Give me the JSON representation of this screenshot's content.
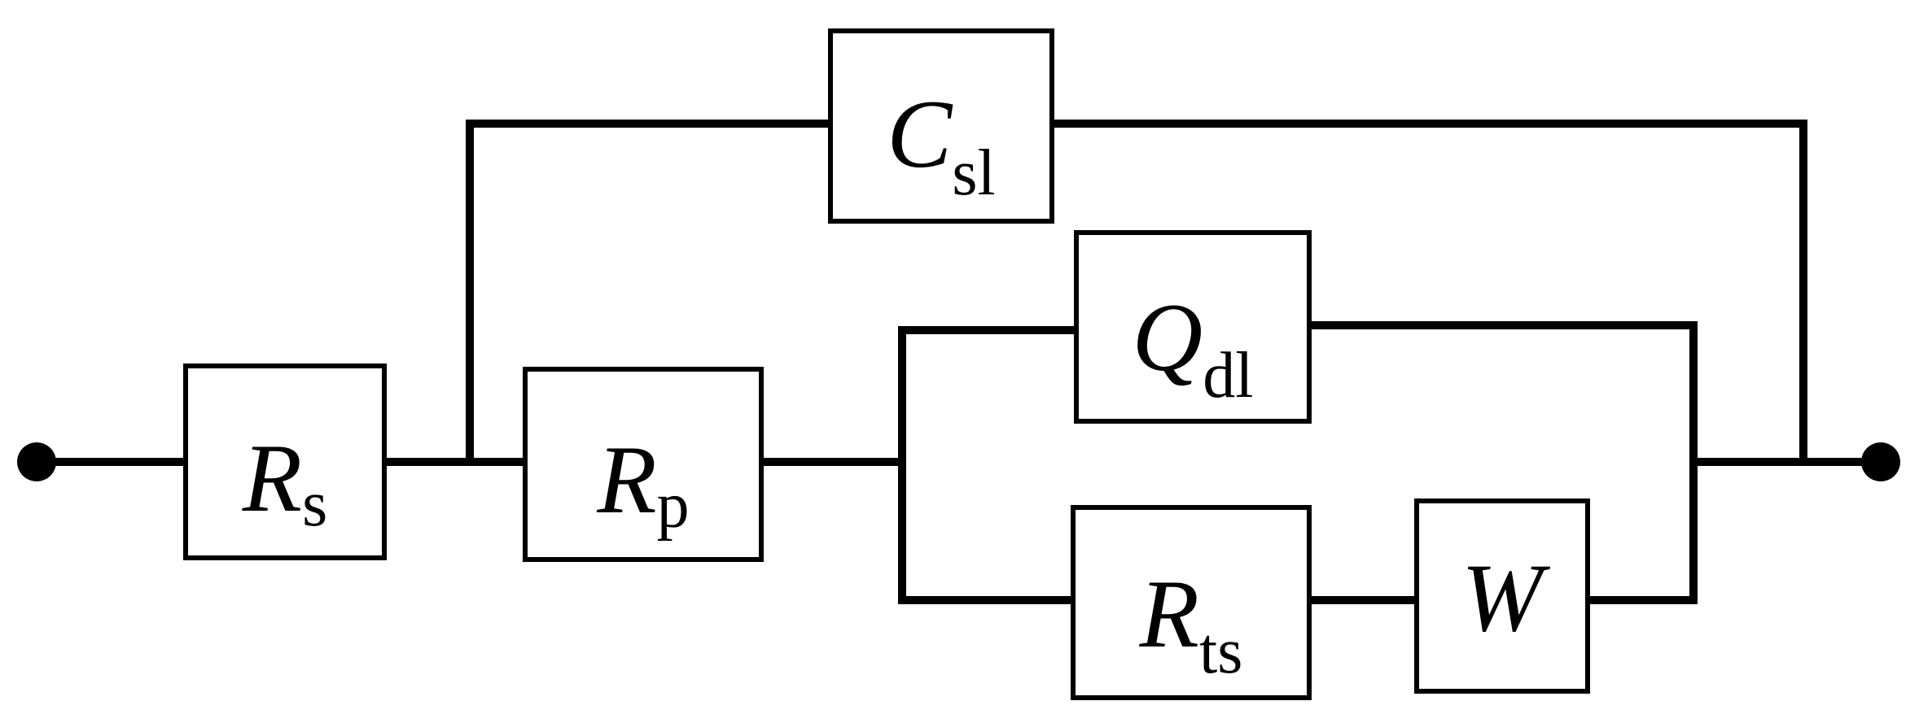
{
  "components": {
    "rs": {
      "symbol": "R",
      "subscript": "s"
    },
    "rp": {
      "symbol": "R",
      "subscript": "p"
    },
    "csl": {
      "symbol": "C",
      "subscript": "sl"
    },
    "qdl": {
      "symbol": "Q",
      "subscript": "dl"
    },
    "rts": {
      "symbol": "R",
      "subscript": "ts"
    },
    "w": {
      "symbol": "W",
      "subscript": ""
    }
  },
  "colors": {
    "line": "#000000",
    "background": "#ffffff"
  }
}
